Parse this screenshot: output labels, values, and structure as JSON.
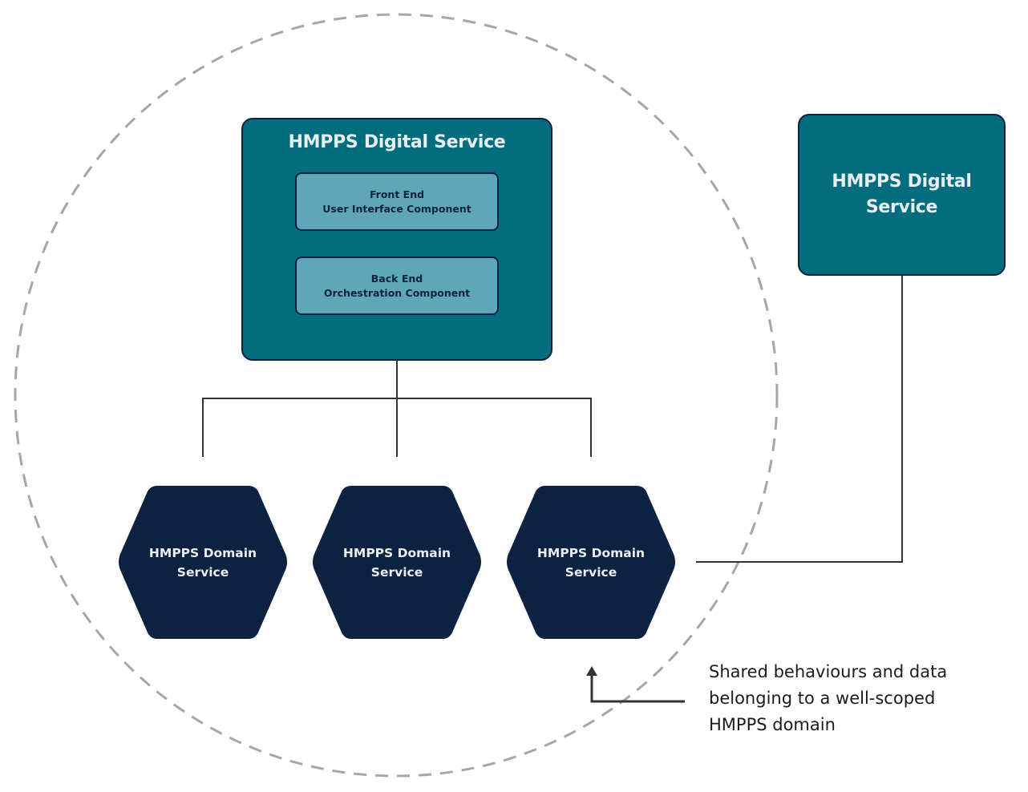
{
  "diagram": {
    "boundary": {
      "style": "dashed-circle",
      "color": "#a6a6a6"
    },
    "digital_service_main": {
      "title": "HMPPS Digital Service",
      "fill": "#036d80",
      "components": [
        {
          "line1": "Front End",
          "line2": "User Interface Component"
        },
        {
          "line1": "Back End",
          "line2": "Orchestration Component"
        }
      ],
      "component_fill": "#5fa7b8"
    },
    "digital_service_external": {
      "line1": "HMPPS Digital",
      "line2": "Service",
      "fill": "#036d80"
    },
    "domain_services": [
      {
        "line1": "HMPPS Domain",
        "line2": "Service"
      },
      {
        "line1": "HMPPS Domain",
        "line2": "Service"
      },
      {
        "line1": "HMPPS Domain",
        "line2": "Service"
      }
    ],
    "domain_fill": "#0d2240",
    "annotation": {
      "lines": [
        "Shared behaviours and data",
        "belonging to a well-scoped",
        "HMPPS domain"
      ],
      "icon": "arrow-up-elbow-icon"
    },
    "connector_color": "#333333"
  }
}
